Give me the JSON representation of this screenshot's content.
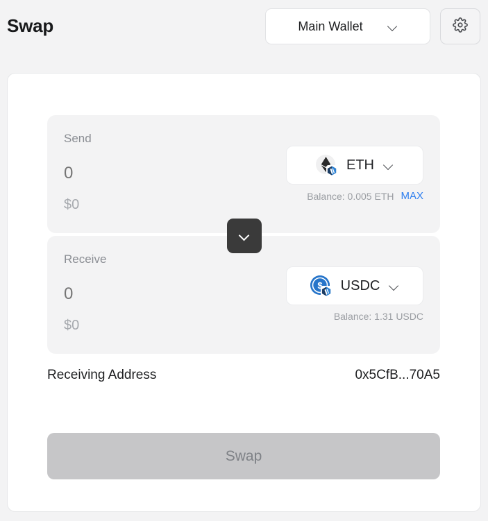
{
  "header": {
    "title": "Swap",
    "wallet_selector": {
      "value": "Main Wallet",
      "chevron_icon": "chevron-down-icon"
    },
    "settings_icon": "gear-icon"
  },
  "swap": {
    "send": {
      "label": "Send",
      "amount": "0",
      "amount_placeholder": "0",
      "fiat_value": "$0",
      "token": {
        "symbol": "ETH",
        "icon": "eth-token-icon",
        "chain_badge_icon": "arbitrum-chain-icon",
        "chevron_icon": "chevron-down-icon"
      },
      "balance_text": "Balance: 0.005 ETH",
      "max_label": "MAX"
    },
    "direction_toggle": {
      "icon": "chevron-down-icon"
    },
    "receive": {
      "label": "Receive",
      "amount": "0",
      "amount_placeholder": "0",
      "fiat_value": "$0",
      "token": {
        "symbol": "USDC",
        "icon": "usdc-token-icon",
        "chain_badge_icon": "arbitrum-chain-icon",
        "chevron_icon": "chevron-down-icon"
      },
      "balance_text": "Balance: 1.31 USDC"
    },
    "receiving_address": {
      "label": "Receiving Address",
      "value": "0x5CfB...70A5"
    },
    "submit": {
      "label": "Swap"
    }
  },
  "colors": {
    "page_background": "#f3f3f4",
    "card_background": "#ffffff",
    "panel_background": "#f3f3f4",
    "accent_link": "#2f7fef",
    "toggle_background": "#3a3a3a",
    "submit_disabled_background": "#c6c6c8",
    "usdc_blue": "#2775ca"
  }
}
